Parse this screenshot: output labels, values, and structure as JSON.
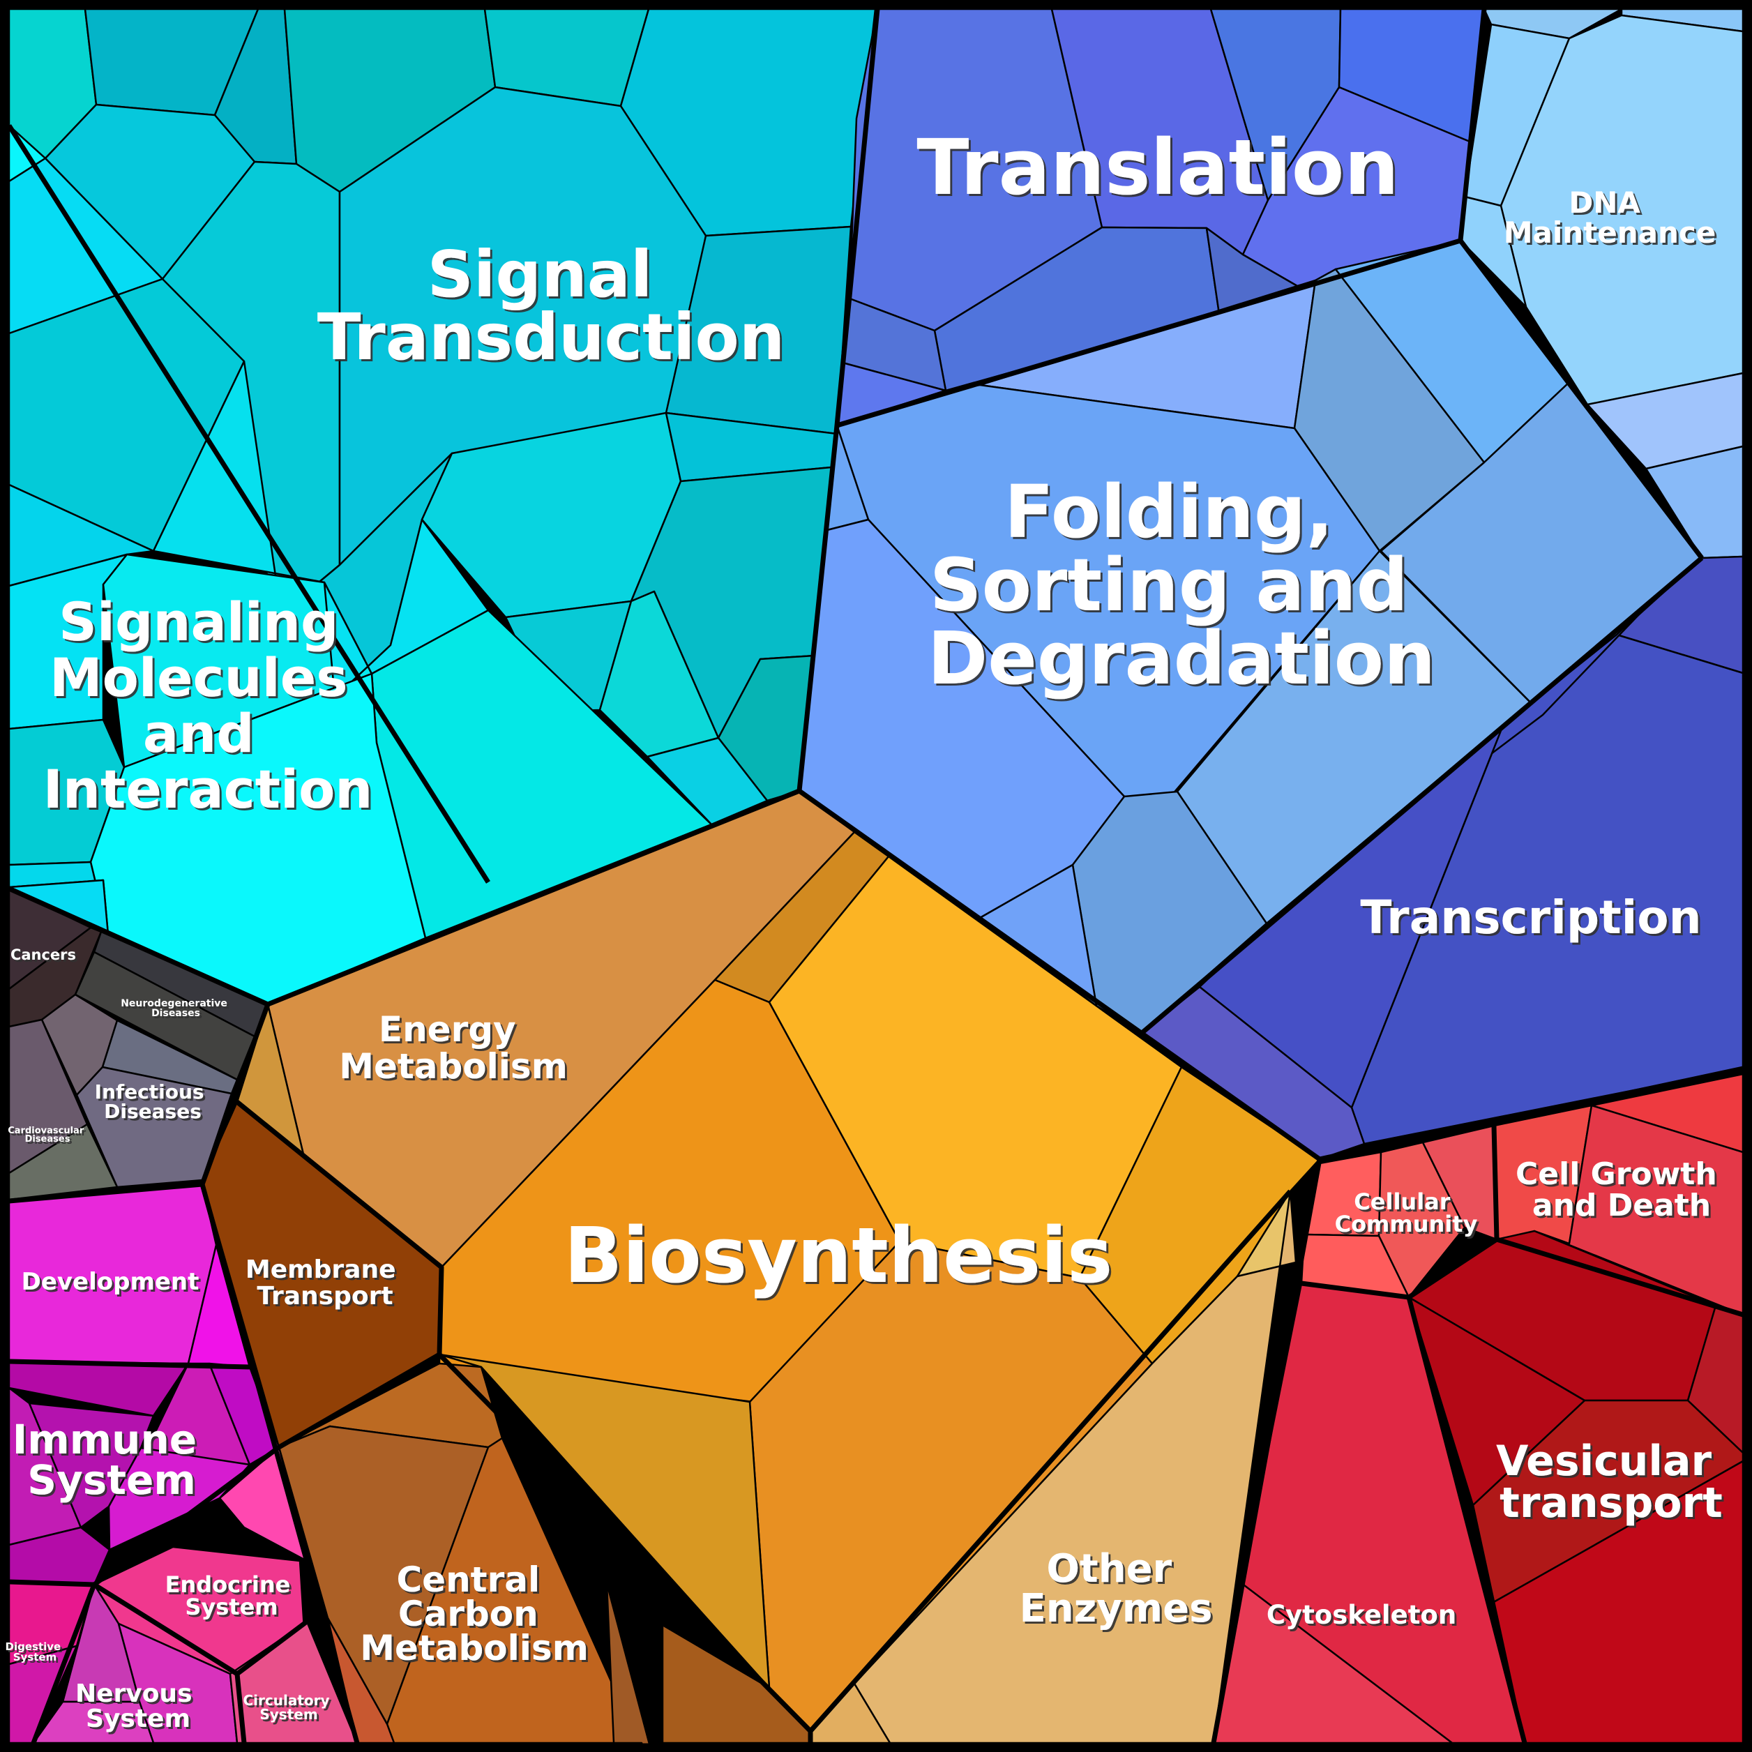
{
  "figure": {
    "type": "voronoi-treemap",
    "frame_color": "#000000"
  },
  "labels": {
    "signal_transduction": [
      "Signal",
      "Transduction"
    ],
    "signaling_molecules": [
      "Signaling",
      "Molecules",
      "and",
      "Interaction"
    ],
    "translation": [
      "Translation"
    ],
    "dna_maintenance": [
      "DNA",
      "Maintenance"
    ],
    "folding": [
      "Folding,",
      "Sorting and",
      "Degradation"
    ],
    "transcription": [
      "Transcription"
    ],
    "cancers": [
      "Cancers"
    ],
    "neurodegenerative": [
      "Neurodegenerative",
      "Diseases"
    ],
    "infectious": [
      "Infectious",
      "Diseases"
    ],
    "cardiovascular": [
      "Cardiovascular",
      "Diseases"
    ],
    "energy_metabolism": [
      "Energy",
      "Metabolism"
    ],
    "membrane_transport": [
      "Membrane",
      "Transport"
    ],
    "biosynthesis": [
      "Biosynthesis"
    ],
    "central_carbon": [
      "Central",
      "Carbon",
      "Metabolism"
    ],
    "other_enzymes": [
      "Other",
      "Enzymes"
    ],
    "development": [
      "Development"
    ],
    "immune_system": [
      "Immune",
      "System"
    ],
    "endocrine_system": [
      "Endocrine",
      "System"
    ],
    "digestive_system": [
      "Digestive",
      "System"
    ],
    "nervous_system": [
      "Nervous",
      "System"
    ],
    "circulatory_system": [
      "Circulatory",
      "System"
    ],
    "cellular_community": [
      "Cellular",
      "Community"
    ],
    "cell_growth": [
      "Cell Growth",
      "and Death"
    ],
    "vesicular_transport": [
      "Vesicular",
      "transport"
    ],
    "cytoskeleton": [
      "Cytoskeleton"
    ]
  },
  "colors": {
    "signal_transduction": "#08c4da",
    "signaling_molecules": "#06e6f0",
    "translation": "#5a6fe6",
    "dna_maintenance": "#90d0fc",
    "folding": "#6ea2f6",
    "transcription": "#4650c4",
    "diseases": "#4a4448",
    "energy_metabolism": "#d99044",
    "membrane_transport": "#914006",
    "biosynthesis": "#ee9418",
    "central_carbon": "#c0661e",
    "other_enzymes": "#e4b670",
    "development": "#e828da",
    "immune_system": "#b40ca8",
    "endocrine_system": "#f2348e",
    "red_group": "#e02a44"
  }
}
